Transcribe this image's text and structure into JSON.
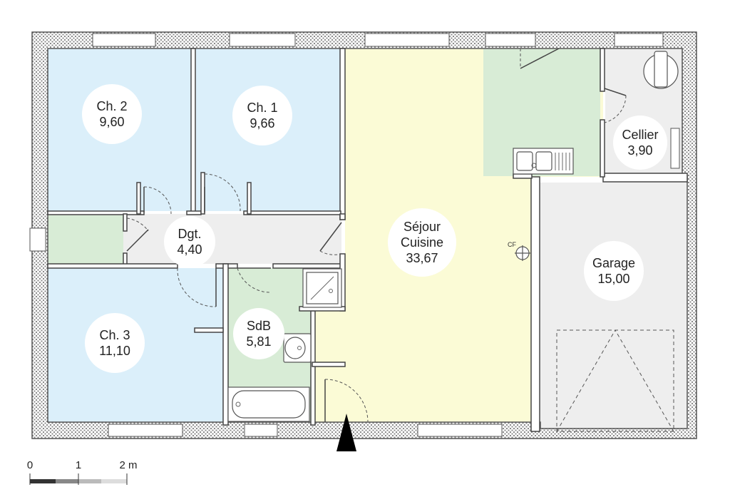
{
  "rooms": [
    {
      "id": "ch2",
      "name": "Ch. 2",
      "area": "9,60",
      "color": "#dbeffa"
    },
    {
      "id": "ch1",
      "name": "Ch. 1",
      "area": "9,66",
      "color": "#dbeffa"
    },
    {
      "id": "dgt",
      "name": "Dgt.",
      "area": "4,40",
      "color": "#eeeeee"
    },
    {
      "id": "sejour",
      "name": "Séjour\nCuisine",
      "area": "33,67",
      "color": "#fbfbd6"
    },
    {
      "id": "cellier",
      "name": "Cellier",
      "area": "3,90",
      "color": "#eeeeee"
    },
    {
      "id": "garage",
      "name": "Garage",
      "area": "15,00",
      "color": "#eeeeee"
    },
    {
      "id": "sdb",
      "name": "SdB",
      "area": "5,81",
      "color": "#d8ecd6"
    },
    {
      "id": "ch3",
      "name": "Ch. 3",
      "area": "11,10",
      "color": "#dbeffa"
    }
  ],
  "kitchen_color": "#d8ecd6",
  "wc_color": "#d8ecd6",
  "chimney_label": "CF",
  "scale_bar": {
    "ticks": [
      "0",
      "1",
      "2 m"
    ]
  },
  "icons": [
    "entrance-arrow-icon",
    "chimney-flue-icon",
    "sink-icon",
    "shower-icon",
    "bathtub-icon",
    "washbasin-icon",
    "water-heater-icon"
  ]
}
